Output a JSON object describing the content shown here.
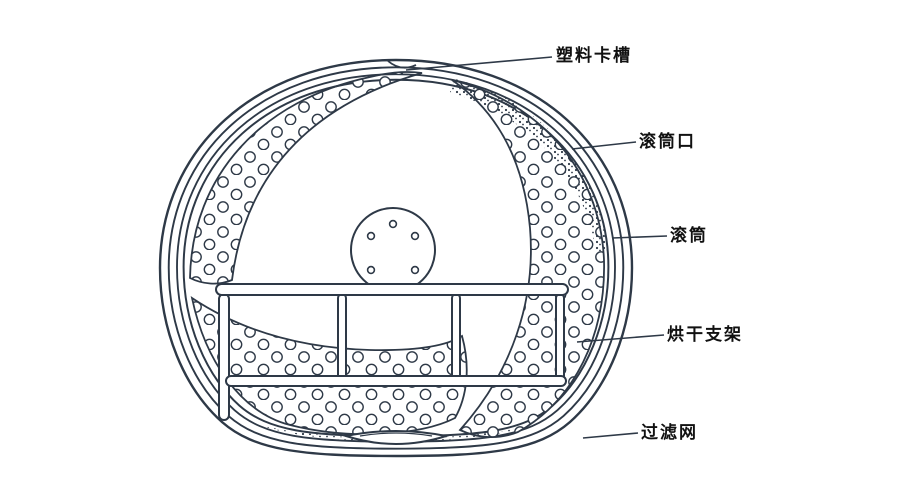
{
  "labels": [
    {
      "name": "plastic-clip-slot",
      "text": "塑料卡槽"
    },
    {
      "name": "drum-opening",
      "text": "滚筒口"
    },
    {
      "name": "drum",
      "text": "滚筒"
    },
    {
      "name": "drying-rack",
      "text": "烘干支架"
    },
    {
      "name": "filter-screen",
      "text": "过滤网"
    }
  ],
  "colors": {
    "line": "#2e3947",
    "background": "#ffffff",
    "text": "#111111"
  }
}
